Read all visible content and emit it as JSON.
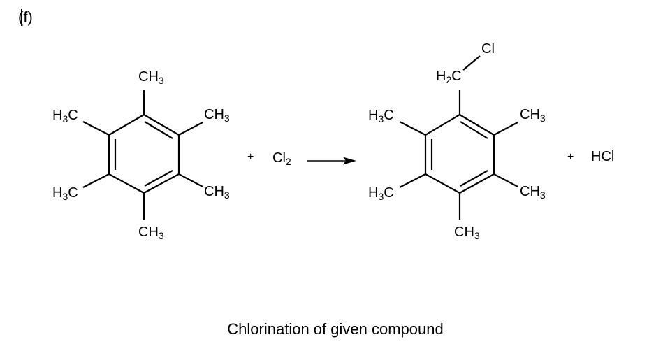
{
  "part_label": "(f)",
  "caption": "Chlorination of given compound",
  "reactant": {
    "substituents": {
      "top": "CH3",
      "upper_right": "CH3",
      "lower_right": "CH3",
      "bottom": "CH3",
      "lower_left": "H3C",
      "upper_left": "H3C"
    }
  },
  "reagent": {
    "plus": "+",
    "name": "Cl2"
  },
  "product": {
    "substituents": {
      "top_methylene": "H2C",
      "top_chlorine": "Cl",
      "upper_right": "CH3",
      "lower_right": "CH3",
      "bottom": "CH3",
      "lower_left": "H3C",
      "upper_left": "H3C"
    }
  },
  "byproduct": {
    "plus": "+",
    "name": "HCl"
  }
}
